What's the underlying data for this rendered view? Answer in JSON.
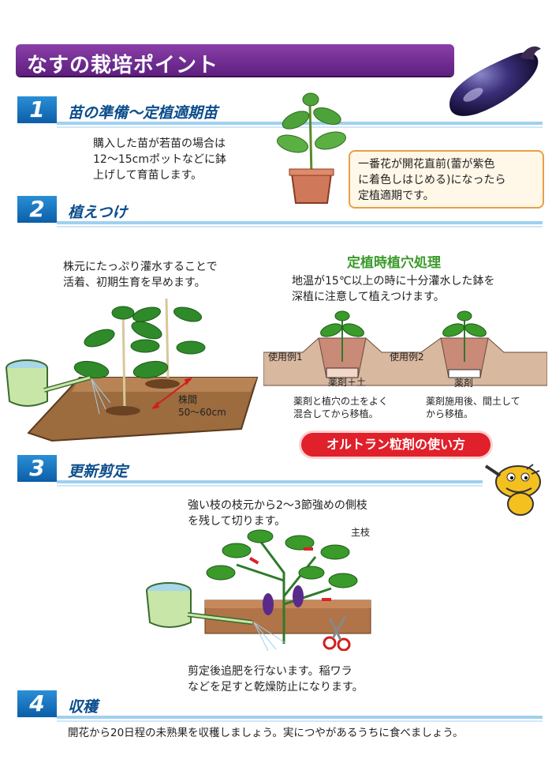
{
  "title": "なすの栽培ポイント",
  "sections": [
    {
      "num": "1",
      "title": "苗の準備〜定植適期苗"
    },
    {
      "num": "2",
      "title": "植えつけ"
    },
    {
      "num": "3",
      "title": "更新剪定"
    },
    {
      "num": "4",
      "title": "収穫"
    }
  ],
  "s1": {
    "text1": "購入した苗が若苗の場合は",
    "text2": "12〜15cmポットなどに鉢",
    "text3": "上げして育苗します。",
    "note1": "一番花が開花直前(蕾が紫色",
    "note2": "に着色しはじめる)になったら",
    "note3": "定植適期です。"
  },
  "s2": {
    "left1": "株元にたっぷり灌水することで",
    "left2": "活着、初期生育を早めます。",
    "spacing_label": "株間",
    "spacing_value": "50〜60cm",
    "right_title": "定植時植穴処理",
    "right1": "地温が15℃以上の時に十分灌水した鉢を",
    "right2": "深植に注意して植えつけます。",
    "ex1": "使用例1",
    "ex2": "使用例2",
    "ex1_box": "薬剤＋土",
    "ex2_box": "薬剤",
    "ex1_cap1": "薬剤と植穴の土をよく",
    "ex1_cap2": "混合してから移植。",
    "ex2_cap1": "薬剤施用後、間土して",
    "ex2_cap2": "から移植。",
    "pill": "オルトラン粒剤の使い方"
  },
  "s3": {
    "text1": "強い枝の枝元から2〜3節強めの側枝",
    "text2": "を残して切ります。",
    "main_branch": "主枝",
    "after1": "剪定後追肥を行ないます。稲ワラ",
    "after2": "などを足すと乾燥防止になります。"
  },
  "s4": {
    "text": "開花から20日程の未熟果を収穫しましょう。実につやがあるうちに食べましょう。"
  },
  "colors": {
    "banner": "#6a2a8e",
    "section": "#1479c4",
    "accent_green": "#3a9a2a",
    "pill_red": "#e0202a"
  },
  "icons": [
    "eggplant-image",
    "seedling-pot-image",
    "watering-can-image",
    "field-planting-image",
    "planting-hole-diagram",
    "tiger-mascot-image",
    "pruning-plant-image",
    "scissors-icon"
  ]
}
